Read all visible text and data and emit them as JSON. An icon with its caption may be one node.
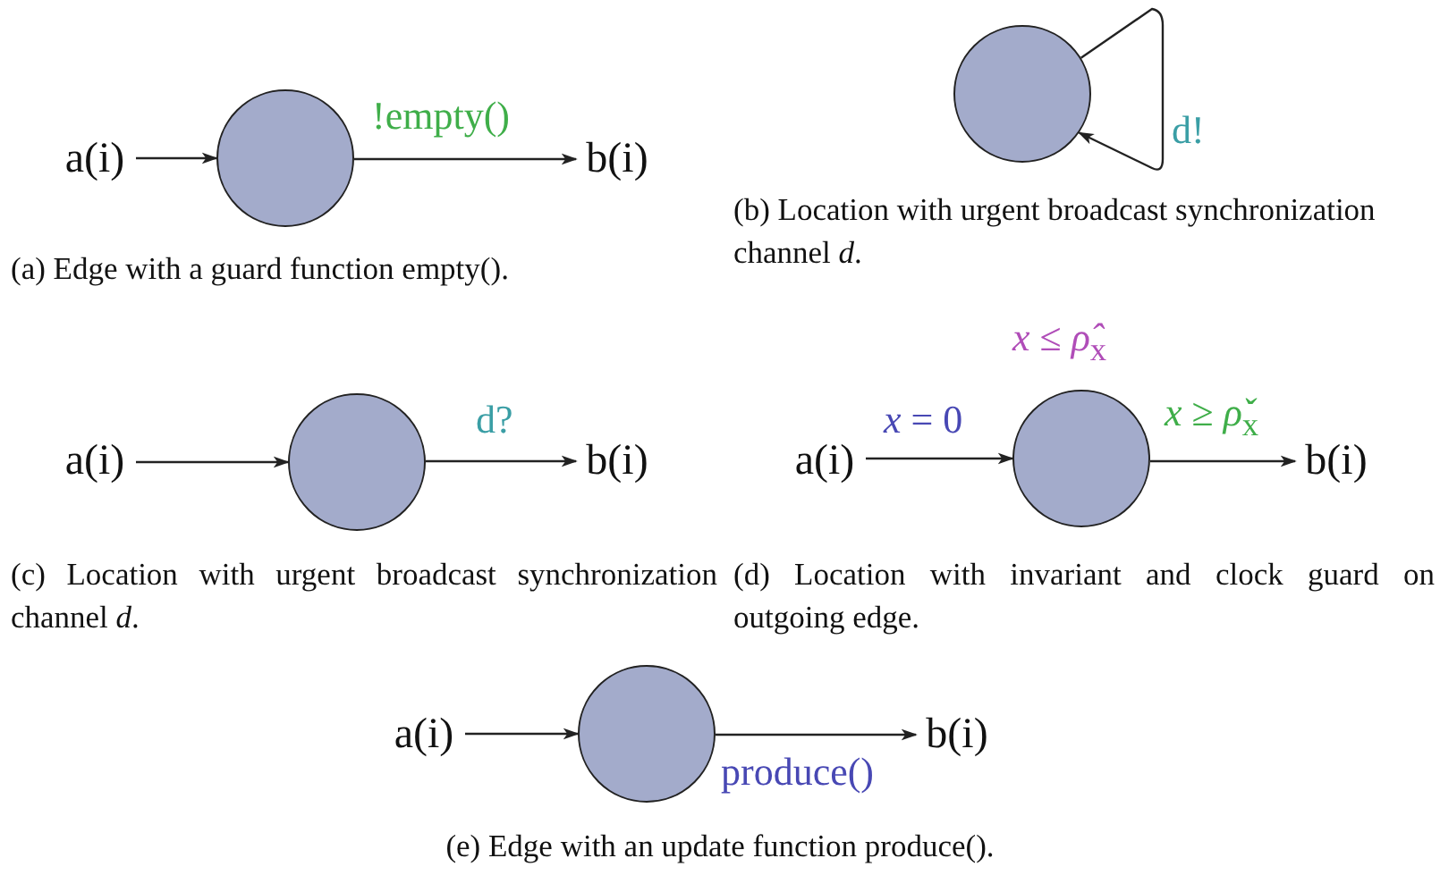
{
  "diagram": {
    "nodes": [
      {
        "text": [
          "a(i)"
        ]
      },
      {
        "text": [],
        "shape": "circle"
      },
      {
        "text": [
          "b(i)"
        ]
      },
      {
        "text": [],
        "shape": "circle"
      },
      {
        "text": [
          "a(i)"
        ]
      },
      {
        "text": [],
        "shape": "circle"
      },
      {
        "text": [
          "b(i)"
        ]
      },
      {
        "text": [
          "a(i)"
        ]
      },
      {
        "text": [],
        "shape": "circle",
        "beside": [
          "*x* ≤ *ρ̂*$_{x}$"
        ]
      },
      {
        "text": [
          "b(i)"
        ]
      },
      {
        "text": [
          "a(i)"
        ]
      },
      {
        "text": [],
        "shape": "circle"
      },
      {
        "text": [
          "b(i)"
        ]
      }
    ],
    "edges": [
      {
        "from": 0,
        "to": 1,
        "arrow": "to"
      },
      {
        "from": 1,
        "to": 2,
        "arrow": "to",
        "label": "!empty()"
      },
      {
        "from": 3,
        "to": 3,
        "arrow": "to",
        "label": "d!"
      },
      {
        "from": 4,
        "to": 5,
        "arrow": "to"
      },
      {
        "from": 5,
        "to": 6,
        "arrow": "to",
        "label": "d?"
      },
      {
        "from": 7,
        "to": 8,
        "arrow": "to",
        "label": "*x* = 0"
      },
      {
        "from": 8,
        "to": 9,
        "arrow": "to",
        "label": "*x* ≥ *ρ̌*$_{x}$"
      },
      {
        "from": 10,
        "to": 11,
        "arrow": "to"
      },
      {
        "from": 11,
        "to": 12,
        "arrow": "to",
        "label": "produce()"
      }
    ],
    "labels": [
      "(a) Edge with a guard function empty().",
      "(b) Location with urgent broadcast synchronization channel *d*.",
      "(c) Location with urgent broadcast synchronization channel *d*.",
      "(d) Location with invariant and clock guard on outgoing edge.",
      "(e) Edge with an update function produce()."
    ]
  }
}
